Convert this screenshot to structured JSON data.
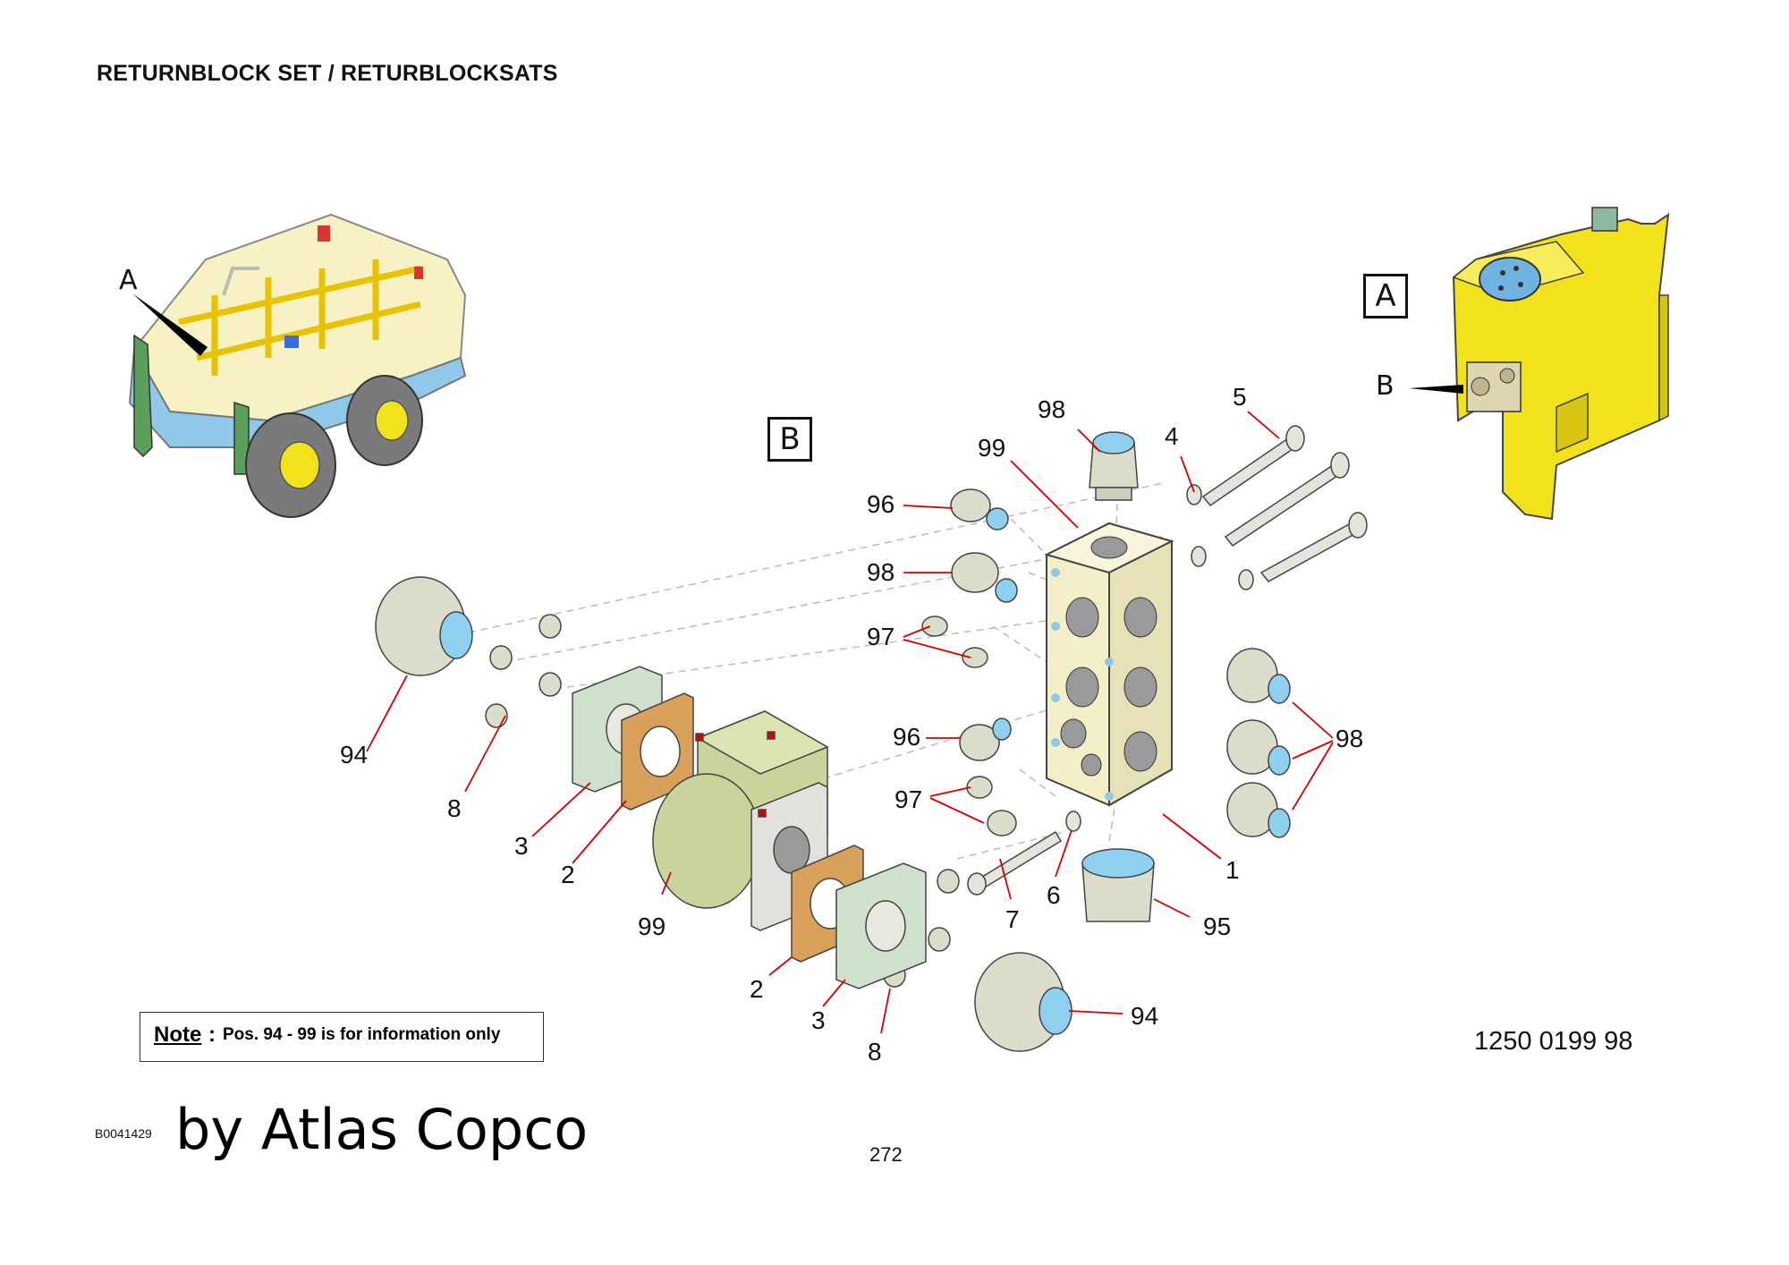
{
  "header": {
    "title": "RETURNBLOCK SET / RETURBLOCKSATS"
  },
  "views": {
    "box_a": "A",
    "box_b": "B",
    "pointer_a": "A",
    "pointer_b": "B"
  },
  "callouts": {
    "c98_top": "98",
    "c99_top": "99",
    "c4": "4",
    "c5": "5",
    "c96_a": "96",
    "c98_a": "98",
    "c97_a": "97",
    "c94_left": "94",
    "c8_left": "8",
    "c3_left": "3",
    "c2_left": "2",
    "c99_bottom": "99",
    "c96_b": "96",
    "c97_b": "97",
    "c98_right": "98",
    "c1": "1",
    "c7": "7",
    "c6": "6",
    "c95": "95",
    "c2_bottom": "2",
    "c3_bottom": "3",
    "c8_bottom": "8",
    "c94_bottom": "94"
  },
  "note": {
    "label": "Note",
    "colon": ":",
    "text": "Pos. 94 - 99 is for information only"
  },
  "footer": {
    "part_number": "1250 0199 98",
    "image_code": "B0041429",
    "credit": "by Atlas Copco",
    "page_number": "272"
  },
  "colors": {
    "block": "#f3efc8",
    "fitting": "#dcdccb",
    "gasket": "#d9a05a",
    "flange": "#cfe0cc",
    "valve": "#c9d49a",
    "tank": "#f2e21b",
    "leader": "#d40000"
  }
}
